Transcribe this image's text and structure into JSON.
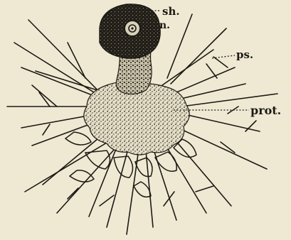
{
  "figure": {
    "labels": {
      "shell": "sh.",
      "nucleus": "n.",
      "pseudopodia": "ps.",
      "protoplasm": "prot."
    }
  },
  "colors": {
    "paper": "#efe9d4",
    "ink": "#1d1a14"
  }
}
